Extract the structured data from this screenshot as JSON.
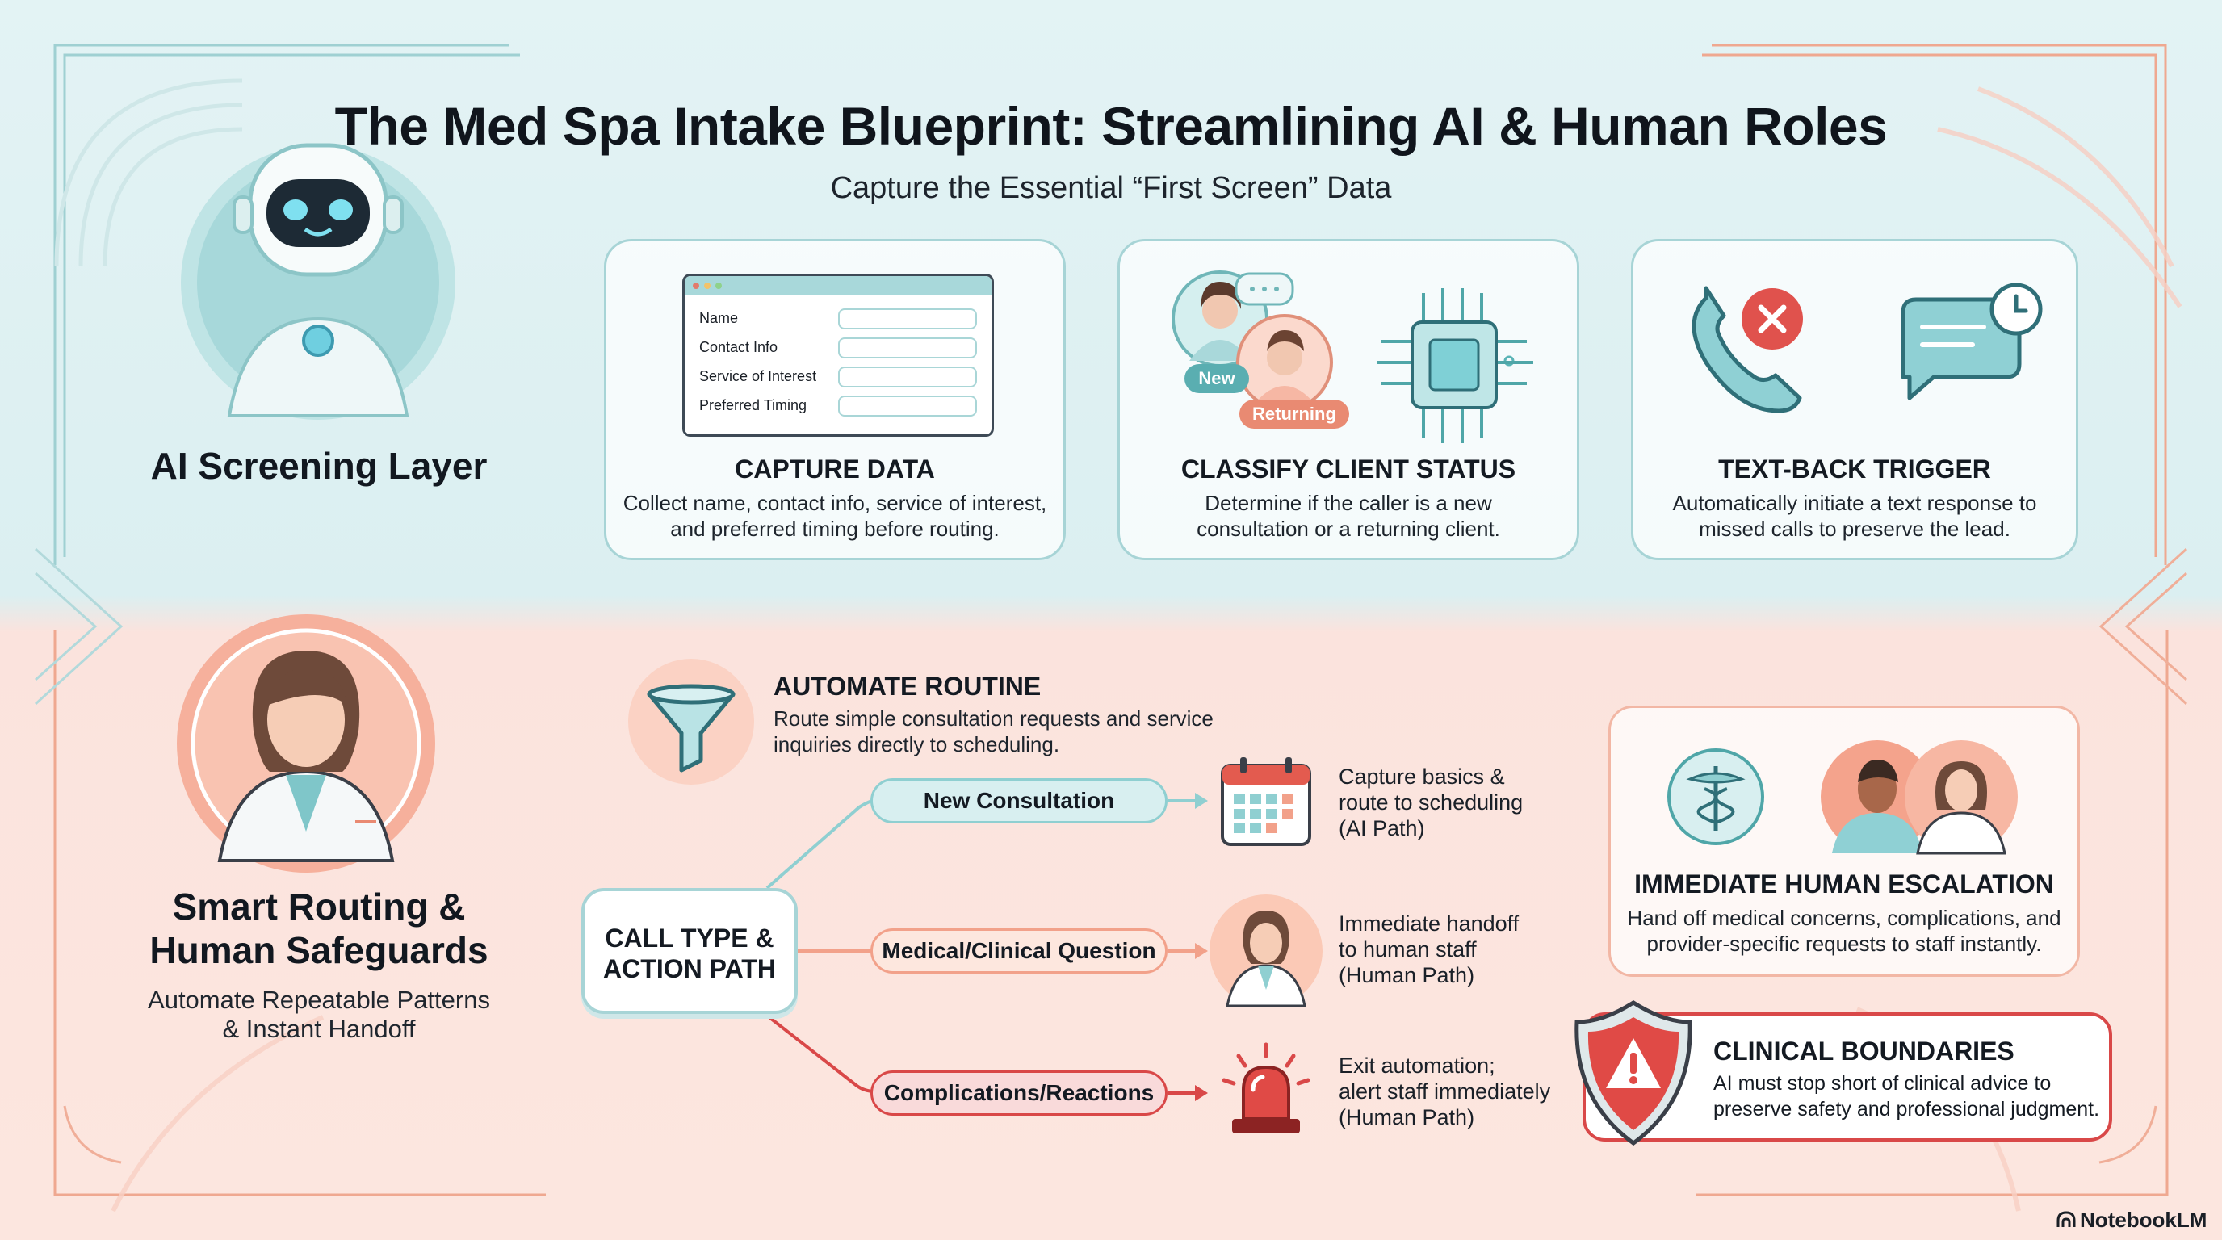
{
  "header": {
    "title": "The Med Spa Intake Blueprint: Streamlining AI & Human Roles",
    "subtitle": "Capture the Essential “First Screen” Data"
  },
  "ai_layer": {
    "label": "AI Screening Layer",
    "cards": [
      {
        "title": "CAPTURE DATA",
        "desc_lines": [
          "Collect name, contact info, service of interest,",
          "and preferred timing before routing."
        ],
        "form_fields": [
          "Name",
          "Contact Info",
          "Service of Interest",
          "Preferred Timing"
        ]
      },
      {
        "title": "CLASSIFY CLIENT STATUS",
        "desc_lines": [
          "Determine if the caller is a new",
          "consultation or a returning client."
        ],
        "badges": [
          "New",
          "Returning"
        ]
      },
      {
        "title": "TEXT-BACK TRIGGER",
        "desc_lines": [
          "Automatically initiate a text response to",
          "missed calls to preserve the lead."
        ]
      }
    ]
  },
  "human_layer": {
    "title_lines": [
      "Smart Routing &",
      "Human Safeguards"
    ],
    "sub_lines": [
      "Automate Repeatable Patterns",
      "& Instant Handoff"
    ]
  },
  "automate": {
    "title": "AUTOMATE ROUTINE",
    "desc_lines": [
      "Route simple consultation requests and service",
      "inquiries directly to scheduling."
    ]
  },
  "flow": {
    "hub_lines": [
      "CALL TYPE &",
      "ACTION PATH"
    ],
    "paths": [
      {
        "label": "New Consultation",
        "outcome_lines": [
          "Capture basics &",
          "route to scheduling",
          "(AI Path)"
        ]
      },
      {
        "label": "Medical/Clinical Question",
        "outcome_lines": [
          "Immediate handoff",
          "to human staff",
          "(Human Path)"
        ]
      },
      {
        "label": "Complications/Reactions",
        "outcome_lines": [
          "Exit automation;",
          "alert staff immediately",
          "(Human Path)"
        ]
      }
    ]
  },
  "escalation": {
    "title": "IMMEDIATE HUMAN ESCALATION",
    "desc_lines": [
      "Hand off medical concerns, complications, and",
      "provider-specific requests to staff instantly."
    ]
  },
  "boundaries": {
    "title": "CLINICAL BOUNDARIES",
    "desc_lines": [
      "AI must stop short of clinical advice to",
      "preserve safety and professional judgment."
    ]
  },
  "brand": "NotebookLM",
  "colors": {
    "teal": "#8fcfd1",
    "teal_dark": "#4fa6a8",
    "coral": "#f2a18a",
    "red": "#d94848"
  }
}
